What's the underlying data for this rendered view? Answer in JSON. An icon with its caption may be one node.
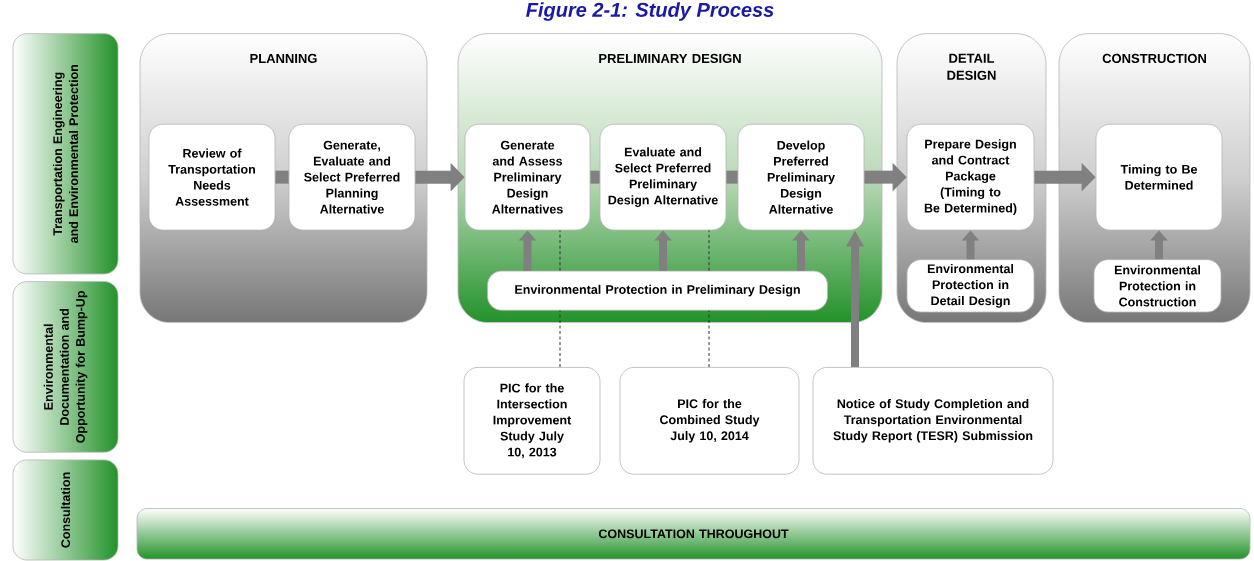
{
  "diagram": {
    "title": "Figure 2-1: Study Process",
    "nodes": [
      {
        "text": [
          "Transportation Engineering and Environmental Protection"
        ]
      },
      {
        "text": [
          "Environmental Documentation and Opportunity for Bump-Up"
        ]
      },
      {
        "text": [
          "Consultation"
        ]
      },
      {
        "text": [
          "PLANNING"
        ]
      },
      {
        "text": [
          "Review of Transportation Needs Assessment"
        ],
        "in": 3
      },
      {
        "text": [
          "Generate, Evaluate and Select Preferred Planning Alternative"
        ],
        "in": 3
      },
      {
        "text": [
          "PRELIMINARY DESIGN"
        ]
      },
      {
        "text": [
          "Generate and Assess Preliminary Design Alternatives"
        ],
        "in": 6
      },
      {
        "text": [
          "Evaluate and Select Preferred Preliminary Design Alternative"
        ],
        "in": 6
      },
      {
        "text": [
          "Develop Preferred Preliminary Design Alternative"
        ],
        "in": 6
      },
      {
        "text": [
          "Environmental Protection in Preliminary Design"
        ],
        "in": 6
      },
      {
        "text": [
          "DETAIL DESIGN"
        ]
      },
      {
        "text": [
          "Prepare Design and Contract Package (Timing to Be Determined)"
        ],
        "in": 11
      },
      {
        "text": [
          "Environmental Protection in Detail Design"
        ],
        "in": 11
      },
      {
        "text": [
          "CONSTRUCTION"
        ]
      },
      {
        "text": [
          "Timing to Be Determined"
        ],
        "in": 14
      },
      {
        "text": [
          "Environmental Protection in Construction"
        ],
        "in": 14
      },
      {
        "text": [
          "PIC for the Intersection Improvement Study July 10, 2013"
        ]
      },
      {
        "text": [
          "PIC for the Combined Study July 10, 2014"
        ]
      },
      {
        "text": [
          "Notice of Study Completion and Transportation Environmental Study Report (TESR) Submission"
        ]
      },
      {
        "text": [
          "CONSULTATION THROUGHOUT"
        ]
      }
    ],
    "edges": [
      {
        "from": 4,
        "to": 5,
        "arrow": "none"
      },
      {
        "from": 5,
        "to": 7,
        "arrow": "to"
      },
      {
        "from": 7,
        "to": 8,
        "arrow": "none"
      },
      {
        "from": 8,
        "to": 9,
        "arrow": "none"
      },
      {
        "from": 9,
        "to": 12,
        "arrow": "to"
      },
      {
        "from": 12,
        "to": 15,
        "arrow": "to"
      },
      {
        "from": 10,
        "to": 7,
        "arrow": "to"
      },
      {
        "from": 10,
        "to": 8,
        "arrow": "to"
      },
      {
        "from": 10,
        "to": 9,
        "arrow": "to"
      },
      {
        "from": 13,
        "to": 12,
        "arrow": "to"
      },
      {
        "from": 16,
        "to": 15,
        "arrow": "to"
      },
      {
        "from": 17,
        "to": 10,
        "arrow": "none",
        "style": "dashed",
        "color": "#333333"
      },
      {
        "from": 10,
        "to": 7,
        "arrow": "none",
        "style": "dashed",
        "color": "#333333"
      },
      {
        "from": 18,
        "to": 10,
        "arrow": "none",
        "style": "dashed",
        "color": "#333333"
      },
      {
        "from": 10,
        "to": 8,
        "arrow": "none",
        "style": "dashed",
        "color": "#333333"
      },
      {
        "from": 19,
        "to": 9,
        "arrow": "to"
      }
    ]
  }
}
